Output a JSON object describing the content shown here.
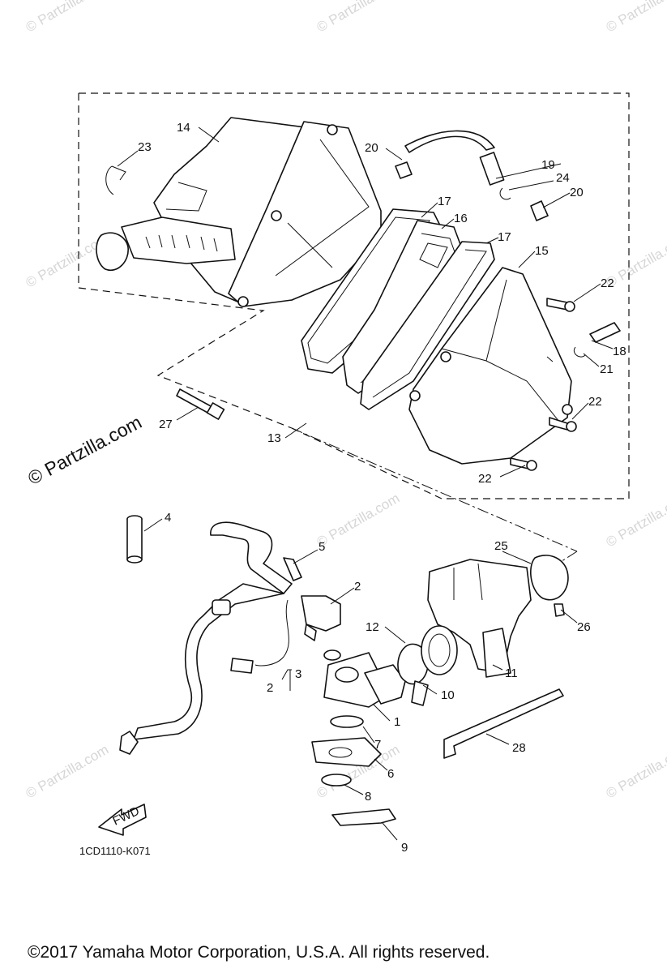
{
  "watermark": "© Partzilla.com",
  "watermark_faint": "© Partzilla.com",
  "diagram_code": "1CD1110-K071",
  "fwd_label": "FWD",
  "copyright": "©2017  Yamaha Motor Corporation, U.S.A. All rights reserved.",
  "callouts": {
    "p1": "1",
    "p2a": "2",
    "p2b": "2",
    "p3": "3",
    "p4": "4",
    "p5": "5",
    "p6": "6",
    "p7": "7",
    "p8": "8",
    "p9": "9",
    "p10": "10",
    "p11": "11",
    "p12": "12",
    "p13": "13",
    "p14": "14",
    "p15": "15",
    "p16": "16",
    "p17a": "17",
    "p17b": "17",
    "p18": "18",
    "p19": "19",
    "p20a": "20",
    "p20b": "20",
    "p21": "21",
    "p22a": "22",
    "p22b": "22",
    "p22c": "22",
    "p23": "23",
    "p24": "24",
    "p25": "25",
    "p26": "26",
    "p27": "27",
    "p28": "28"
  }
}
